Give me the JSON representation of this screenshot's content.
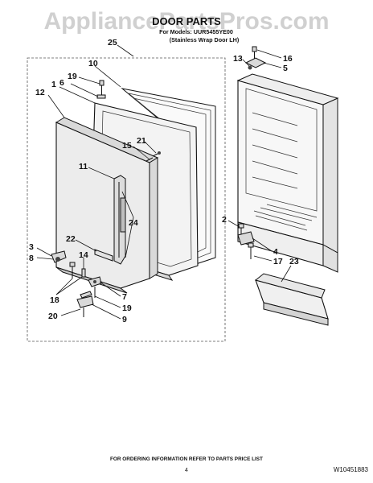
{
  "watermark": "AppliancePartsPros.com",
  "header": {
    "title": "DOOR PARTS",
    "model_line": "For Models: UUR5455YE00",
    "variant": "(Stainless Wrap Door LH)"
  },
  "callouts": [
    "25",
    "10",
    "1",
    "12",
    "19",
    "6",
    "21",
    "15",
    "11",
    "24",
    "22",
    "3",
    "8",
    "14",
    "18",
    "7",
    "19",
    "20",
    "9",
    "16",
    "13",
    "5",
    "2",
    "4",
    "17",
    "23"
  ],
  "footer": {
    "note": "FOR ORDERING INFORMATION REFER TO PARTS PRICE LIST",
    "page_number": "4",
    "doc_number": "W10451883"
  }
}
